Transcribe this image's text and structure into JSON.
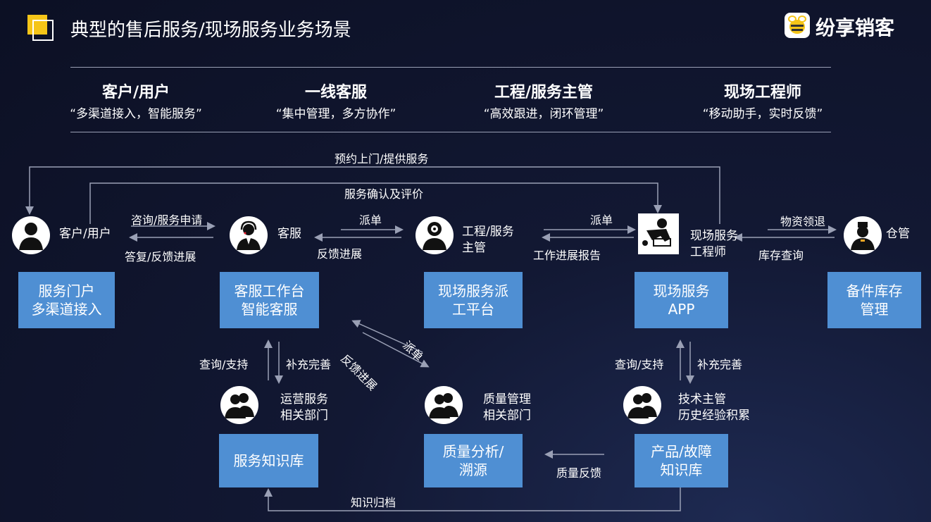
{
  "header": {
    "title": "典型的售后服务/现场服务业务场景",
    "logo_text": "纷享销客"
  },
  "roles": [
    {
      "name": "客户/用户",
      "slogan": "“多渠道接入，智能服务”"
    },
    {
      "name": "一线客服",
      "slogan": "“集中管理，多方协作”"
    },
    {
      "name": "工程/服务主管",
      "slogan": "“高效跟进，闭环管理”"
    },
    {
      "name": "现场工程师",
      "slogan": "“移动助手，实时反馈”"
    }
  ],
  "actors": {
    "customer": "客户/用户",
    "service": "客服",
    "manager_l1": "工程/服务",
    "manager_l2": "主管",
    "engineer_l1": "现场服务",
    "engineer_l2": "工程师",
    "warehouse": "仓管",
    "ops_l1": "运营服务",
    "ops_l2": "相关部门",
    "quality_l1": "质量管理",
    "quality_l2": "相关部门",
    "tech_l1": "技术主管",
    "tech_l2": "历史经验积累"
  },
  "boxes": {
    "portal_l1": "服务门户",
    "portal_l2": "多渠道接入",
    "workbench_l1": "客服工作台",
    "workbench_l2": "智能客服",
    "dispatch_l1": "现场服务派",
    "dispatch_l2": "工平台",
    "app_l1": "现场服务",
    "app_l2": "APP",
    "parts_l1": "备件库存",
    "parts_l2": "管理",
    "service_kb": "服务知识库",
    "quality_l1": "质量分析/",
    "quality_l2": "溯源",
    "product_kb_l1": "产品/故障",
    "product_kb_l2": "知识库"
  },
  "flows": {
    "appointment": "预约上门/提供服务",
    "confirm": "服务确认及评价",
    "consult": "咨询/服务申请",
    "reply": "答复/反馈进展",
    "dispatch1": "派单",
    "feedback1": "反馈进展",
    "dispatch2": "派单",
    "progress_report": "工作进展报告",
    "materials": "物资领退",
    "stock_query": "库存查询",
    "query_support_left": "查询/支持",
    "supplement_left": "补充完善",
    "feedback_diag": "反馈进展",
    "dispatch_diag": "派单",
    "query_support_right": "查询/支持",
    "supplement_right": "补充完善",
    "quality_feedback": "质量反馈",
    "knowledge_archive": "知识归档"
  },
  "colors": {
    "box_blue": "#4f8fd3",
    "logo_yellow": "#f5c518",
    "line_gray": "#9aa0b5"
  },
  "icons": [
    "person-icon",
    "headset-agent-icon",
    "gear-manager-icon",
    "worker-icon",
    "chef-icon",
    "group-icon",
    "bee-logo-icon"
  ]
}
